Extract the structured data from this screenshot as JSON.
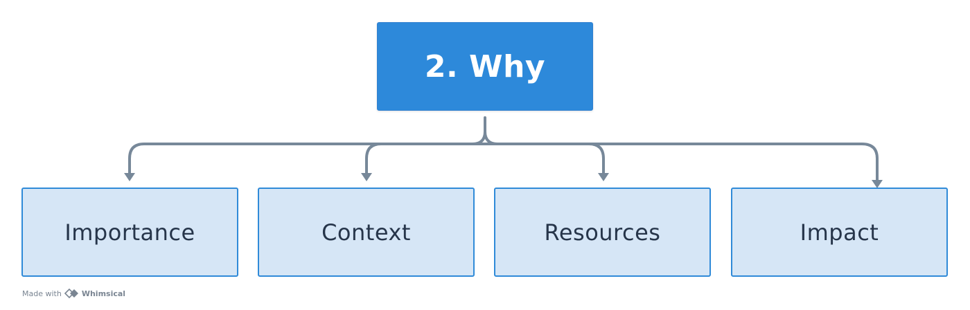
{
  "diagram": {
    "root": {
      "label": "2. Why"
    },
    "children": [
      {
        "label": "Importance"
      },
      {
        "label": "Context"
      },
      {
        "label": "Resources"
      },
      {
        "label": "Impact"
      }
    ],
    "colors": {
      "root_fill": "#2d89da",
      "child_fill": "#d6e6f6",
      "child_border": "#2f8ad8",
      "connector": "#778899",
      "text_dark": "#26354a"
    }
  },
  "footer": {
    "made_with": "Made with",
    "brand": "Whimsical",
    "icon": "whimsical-logo-icon"
  }
}
